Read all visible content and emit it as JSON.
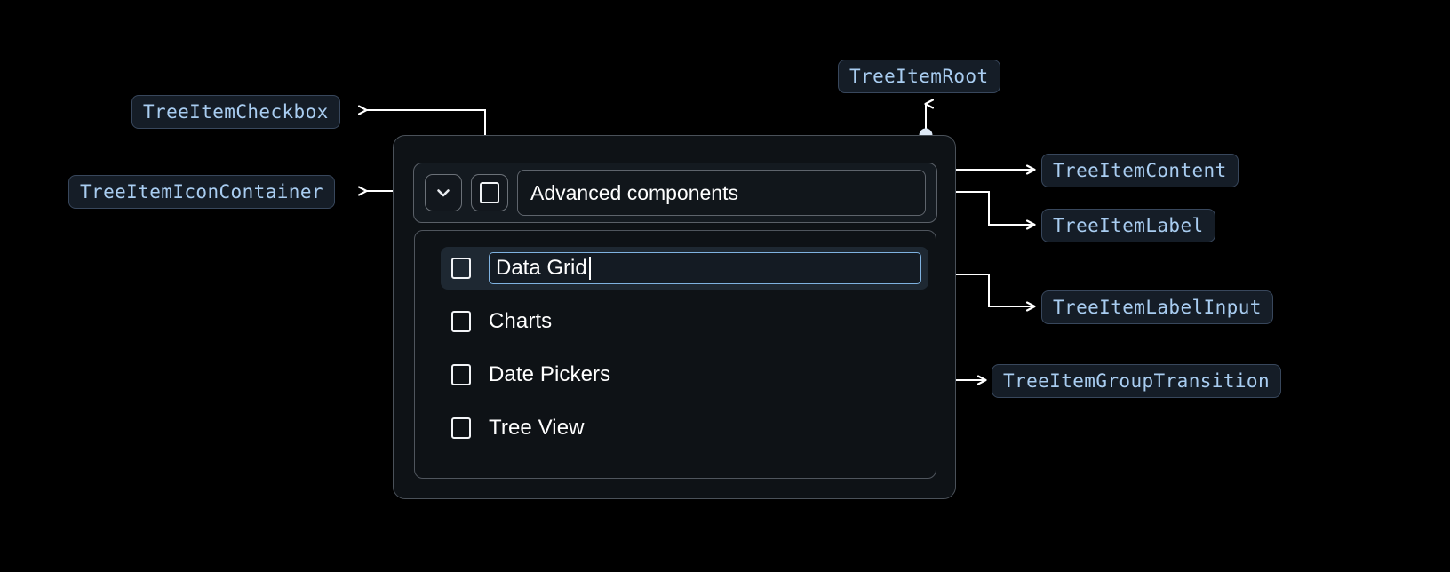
{
  "annotations": [
    {
      "id": "tree-item-checkbox",
      "label": "TreeItemCheckbox"
    },
    {
      "id": "tree-item-icon-container",
      "label": "TreeItemIconContainer"
    },
    {
      "id": "tree-item-root",
      "label": "TreeItemRoot"
    },
    {
      "id": "tree-item-content",
      "label": "TreeItemContent"
    },
    {
      "id": "tree-item-label",
      "label": "TreeItemLabel"
    },
    {
      "id": "tree-item-label-input",
      "label": "TreeItemLabelInput"
    },
    {
      "id": "tree-item-group-transition",
      "label": "TreeItemGroupTransition"
    }
  ],
  "component": {
    "icon_container": {
      "icon": "chevron-down-icon"
    },
    "checkbox": {
      "icon": "checkbox-unchecked-icon",
      "checked": false
    },
    "label": "Advanced components",
    "children": [
      {
        "text": "Data Grid",
        "checked": false,
        "editing": true,
        "selected": true
      },
      {
        "text": "Charts",
        "checked": false,
        "editing": false,
        "selected": false
      },
      {
        "text": "Date Pickers",
        "checked": false,
        "editing": false,
        "selected": false
      },
      {
        "text": "Tree View",
        "checked": false,
        "editing": false,
        "selected": false
      }
    ]
  },
  "colors": {
    "background": "#000000",
    "chip_bg": "#151d27",
    "chip_border": "#38475c",
    "chip_text": "#a9cdf1",
    "connector": "#ffffff",
    "dot": "#dde8f5",
    "root_border": "#4a5159",
    "row_selected_bg": "#1e2832",
    "input_focus_border": "#7fb2e0",
    "text": "#ffffff"
  }
}
